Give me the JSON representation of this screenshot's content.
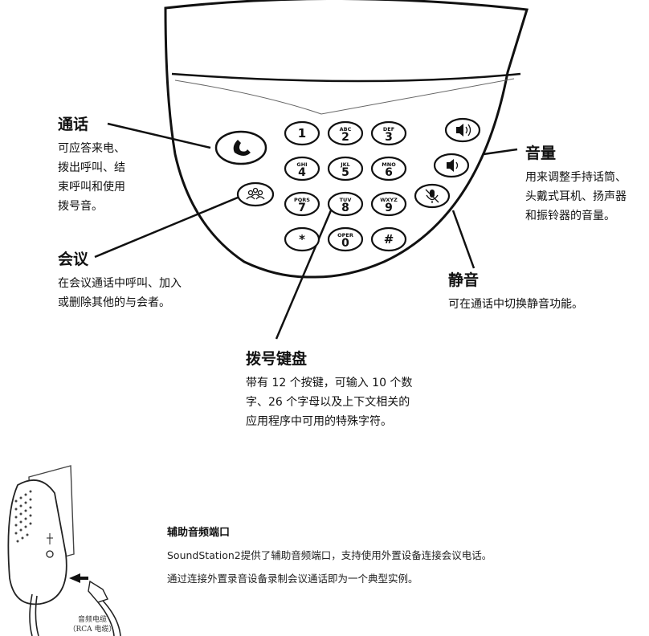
{
  "keypad": {
    "keys": [
      {
        "id": "1",
        "letters": "",
        "digit": "1"
      },
      {
        "id": "2",
        "letters": "ABC",
        "digit": "2"
      },
      {
        "id": "3",
        "letters": "DEF",
        "digit": "3"
      },
      {
        "id": "4",
        "letters": "GHI",
        "digit": "4"
      },
      {
        "id": "5",
        "letters": "JKL",
        "digit": "5"
      },
      {
        "id": "6",
        "letters": "MNO",
        "digit": "6"
      },
      {
        "id": "7",
        "letters": "PQRS",
        "digit": "7"
      },
      {
        "id": "8",
        "letters": "TUV",
        "digit": "8"
      },
      {
        "id": "9",
        "letters": "WXYZ",
        "digit": "9"
      },
      {
        "id": "star",
        "letters": "",
        "digit": "*"
      },
      {
        "id": "0",
        "letters": "OPER",
        "digit": "0"
      },
      {
        "id": "hash",
        "letters": "",
        "digit": "#"
      }
    ]
  },
  "callouts": {
    "call": {
      "title": "通话",
      "lines": [
        "可应答来电、",
        "拨出呼叫、结",
        "束呼叫和使用",
        "拨号音。"
      ]
    },
    "conference": {
      "title": "会议",
      "lines": [
        "在会议通话中呼叫、加入",
        "或删除其他的与会者。"
      ]
    },
    "dialpad": {
      "title": "拨号键盘",
      "lines": [
        "带有 12 个按键，可输入 10 个数",
        "字、26 个字母以及上下文相关的",
        "应用程序中可用的特殊字符。"
      ]
    },
    "volume": {
      "title": "音量",
      "lines": [
        "用来调整手持话筒、",
        "头戴式耳机、扬声器",
        "和振铃器的音量。"
      ]
    },
    "mute": {
      "title": "静音",
      "lines": [
        "可在通话中切换静音功能。"
      ]
    }
  },
  "aux": {
    "title": "辅助音频端口",
    "line1": "SoundStation2提供了辅助音频端口，支持使用外置设备连接会议电话。",
    "line2": "通过连接外置录音设备录制会议通话即为一个典型实例。",
    "cable_label_1": "音频电缆",
    "cable_label_2": "（RCA 电缆）"
  },
  "icons": {
    "call_button": "handset-icon",
    "conference_button": "conference-people-icon",
    "volume_up": "speaker-loud-icon",
    "volume_down": "speaker-soft-icon",
    "mute_button": "mic-muted-icon"
  }
}
